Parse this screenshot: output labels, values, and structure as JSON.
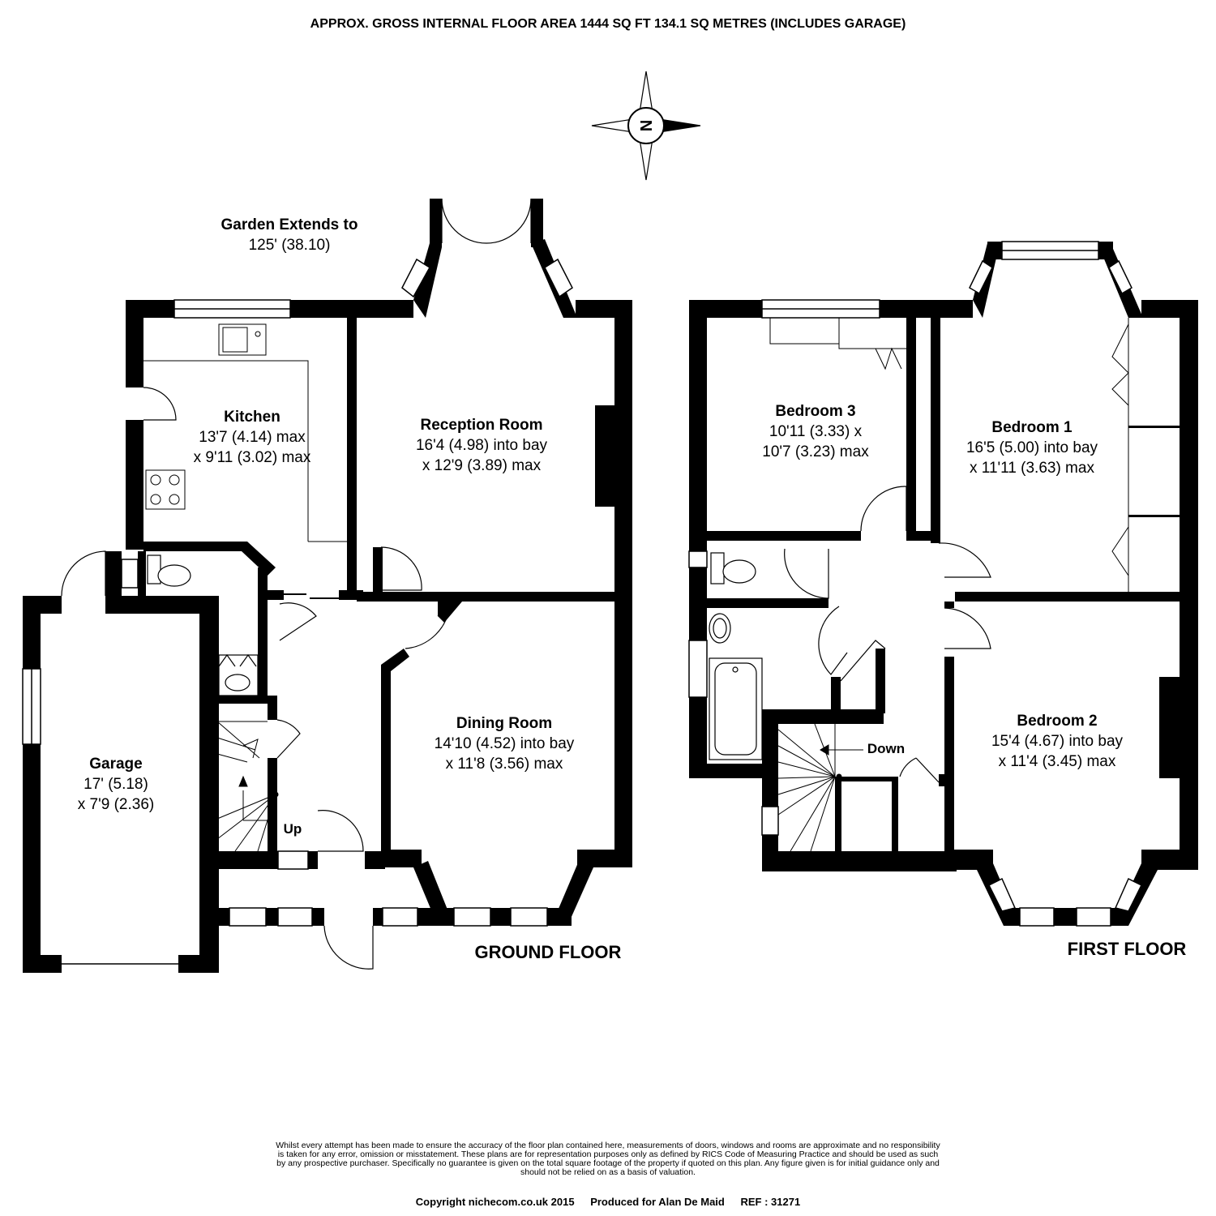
{
  "header": {
    "title": "APPROX. GROSS INTERNAL FLOOR AREA 1444 SQ FT 134.1 SQ METRES (INCLUDES GARAGE)"
  },
  "compass": {
    "label": "N"
  },
  "garden": {
    "label": "Garden Extends to",
    "size": "125' (38.10)"
  },
  "ground_floor": {
    "label": "GROUND FLOOR",
    "rooms": [
      {
        "name": "Kitchen",
        "dim1": "13'7 (4.14) max",
        "dim2": "x 9'11 (3.02) max"
      },
      {
        "name": "Reception Room",
        "dim1": "16'4 (4.98) into bay",
        "dim2": "x 12'9 (3.89) max"
      },
      {
        "name": "Dining Room",
        "dim1": "14'10 (4.52) into bay",
        "dim2": "x 11'8 (3.56) max"
      },
      {
        "name": "Garage",
        "dim1": "17' (5.18)",
        "dim2": "x 7'9 (2.36)"
      }
    ],
    "stairs_label": "Up"
  },
  "first_floor": {
    "label": "FIRST FLOOR",
    "rooms": [
      {
        "name": "Bedroom 3",
        "dim1": "10'11 (3.33) x",
        "dim2": "10'7 (3.23) max"
      },
      {
        "name": "Bedroom 1",
        "dim1": "16'5 (5.00) into bay",
        "dim2": "x 11'11 (3.63) max"
      },
      {
        "name": "Bedroom 2",
        "dim1": "15'4 (4.67) into bay",
        "dim2": "x 11'4 (3.45) max"
      }
    ],
    "stairs_label": "Down"
  },
  "disclaimer": "Whilst every attempt has been made to ensure the accuracy of the floor plan contained here, measurements of doors, windows and rooms are approximate and no responsibility is taken for any error, omission or misstatement. These plans are for representation purposes only as defined by RICS Code of Measuring Practice and should be used as such by any prospective purchaser. Specifically no guarantee is given on the total square footage of the property if quoted on this plan. Any figure given is for initial guidance only and should not be relied on as a basis of valuation.",
  "footer": {
    "copyright": "Copyright nichecom.co.uk 2015",
    "produced_for": "Produced for Alan De Maid",
    "ref": "REF : 31271"
  }
}
